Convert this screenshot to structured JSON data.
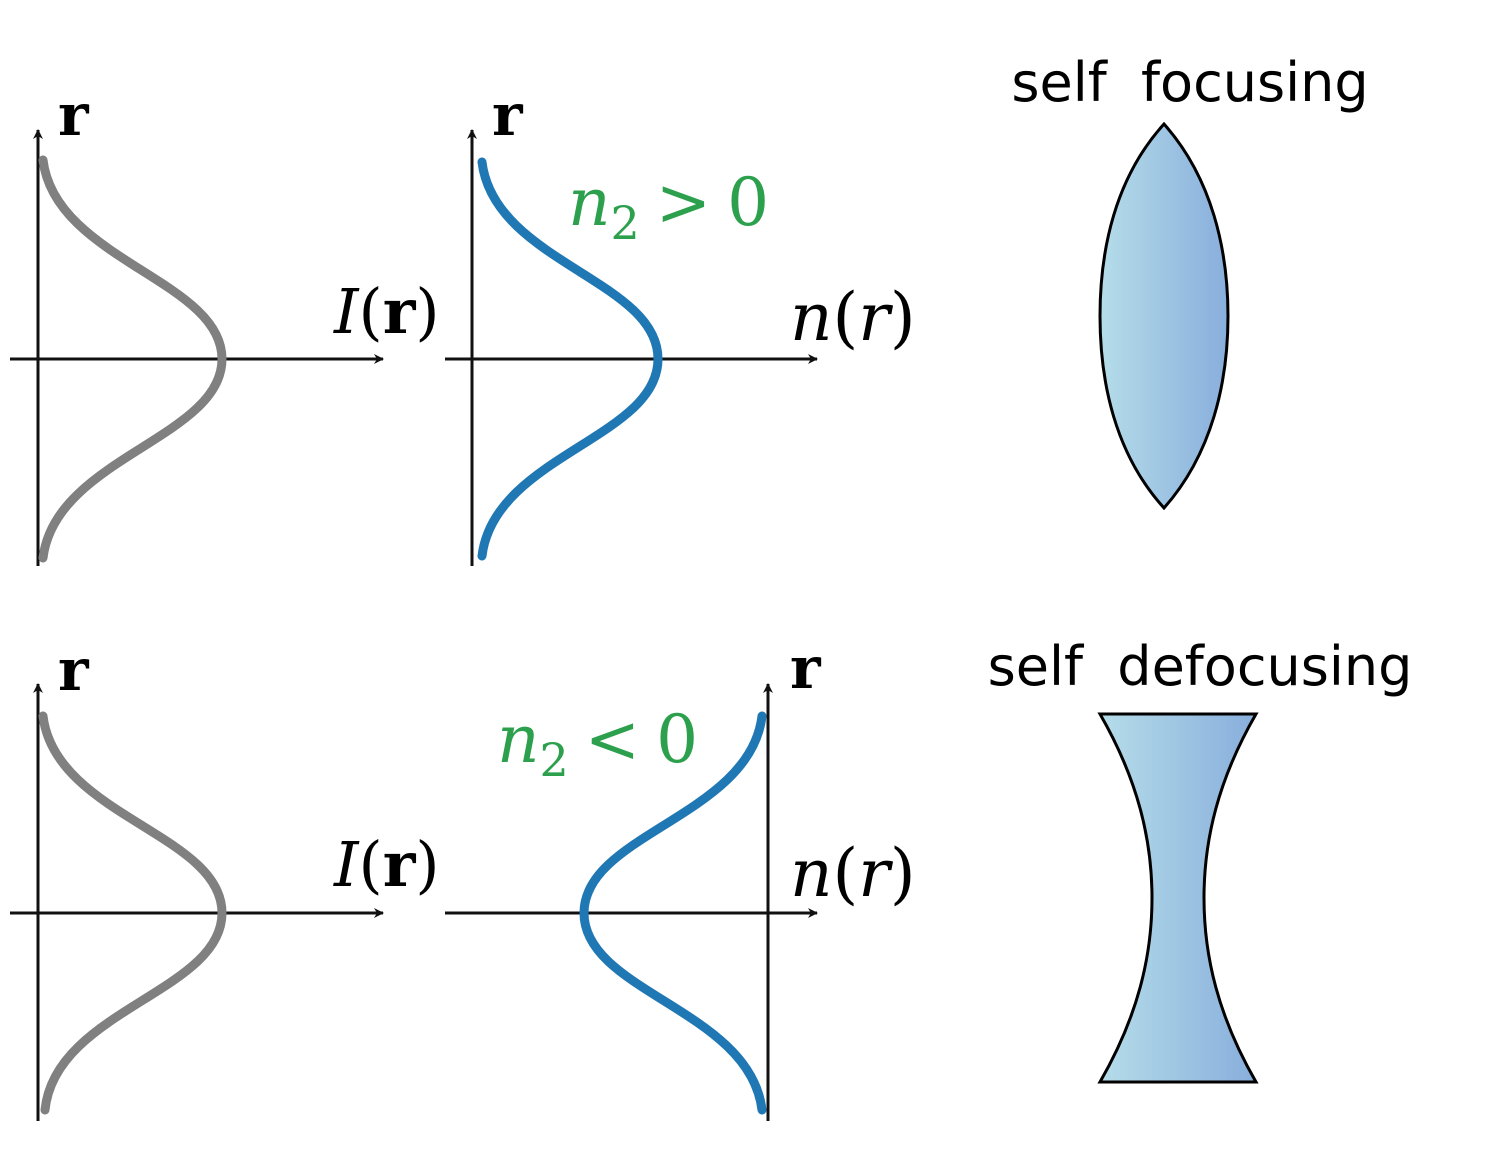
{
  "colors": {
    "axis": "#111111",
    "intensity_curve": "#808080",
    "index_curve": "#1f77b4",
    "condition_text": "#2ca04c",
    "lens_fill_left": "#b5dde9",
    "lens_fill_right": "#88aedc",
    "lens_outline": "#000000"
  },
  "top": {
    "intensity_panel": {
      "vertical_axis_label": "r",
      "horizontal_axis_label": {
        "func": "I",
        "open": "(",
        "arg": "r",
        "close": ")"
      }
    },
    "index_panel": {
      "vertical_axis_label": "r",
      "horizontal_axis_label": {
        "func": "n",
        "open": "(",
        "arg": "r",
        "close": ")"
      },
      "condition": {
        "symbol": "n",
        "subscript": "2",
        "relation": ">",
        "value": "0"
      }
    },
    "lens": {
      "title": "self  focusing",
      "shape": "convex"
    }
  },
  "bottom": {
    "intensity_panel": {
      "vertical_axis_label": "r",
      "horizontal_axis_label": {
        "func": "I",
        "open": "(",
        "arg": "r",
        "close": ")"
      }
    },
    "index_panel": {
      "vertical_axis_label": "r",
      "horizontal_axis_label": {
        "func": "n",
        "open": "(",
        "arg": "r",
        "close": ")"
      },
      "condition": {
        "symbol": "n",
        "subscript": "2",
        "relation": "<",
        "value": "0"
      }
    },
    "lens": {
      "title": "self  defocusing",
      "shape": "concave"
    }
  }
}
